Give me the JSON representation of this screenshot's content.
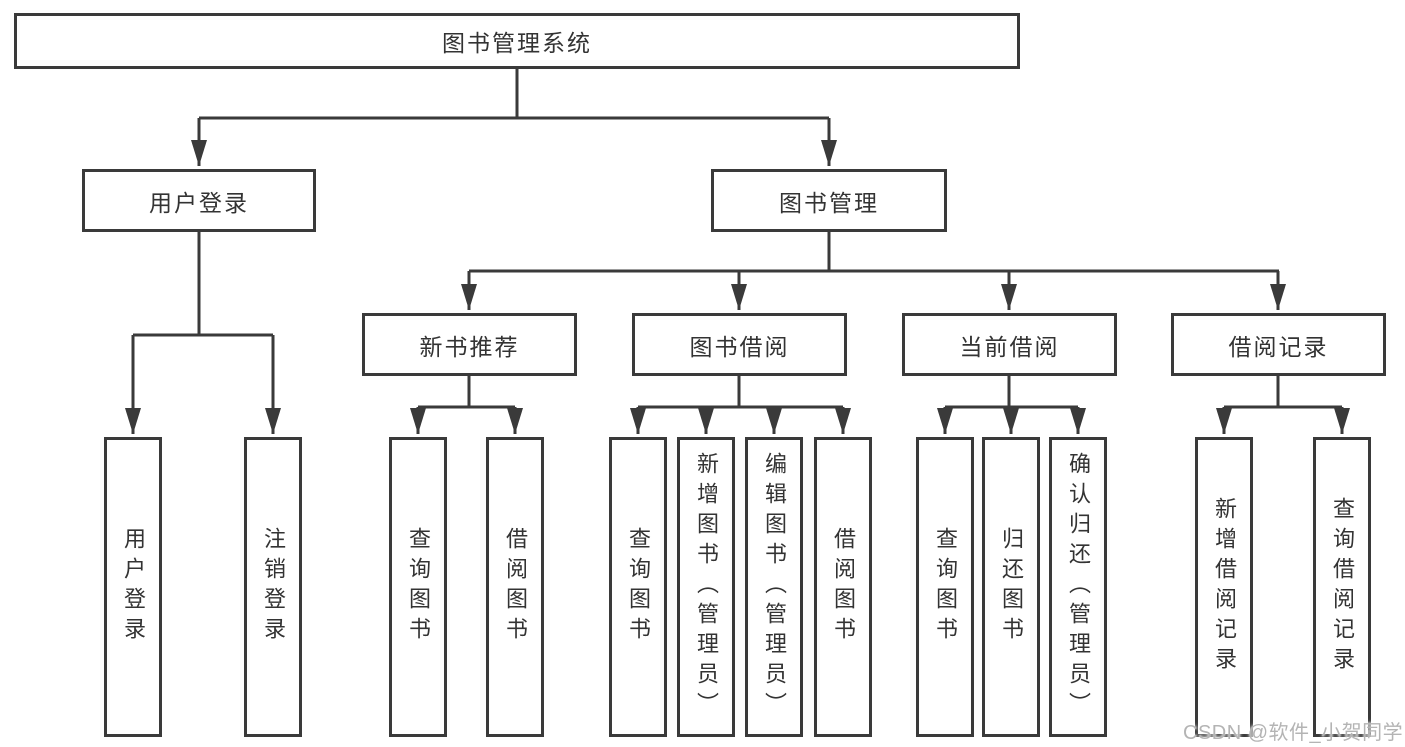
{
  "nodes": {
    "root": {
      "label": "图书管理系统"
    },
    "user_login": {
      "label": "用户登录"
    },
    "book_management": {
      "label": "图书管理"
    },
    "new_book_recommend": {
      "label": "新书推荐"
    },
    "book_borrow": {
      "label": "图书借阅"
    },
    "current_borrow": {
      "label": "当前借阅"
    },
    "borrow_records": {
      "label": "借阅记录"
    },
    "user_children": [
      "用户登录",
      "注销登录"
    ],
    "newbook_children": [
      "查询图书",
      "借阅图书"
    ],
    "borrow_children": [
      "查询图书",
      "新增图书（管理员）",
      "编辑图书（管理员）",
      "借阅图书"
    ],
    "current_children": [
      "查询图书",
      "归还图书",
      "确认归还（管理员）"
    ],
    "records_children": [
      "新增借阅记录",
      "查询借阅记录"
    ]
  },
  "watermark": {
    "text": "CSDN @软件_小贺同学"
  },
  "colors": {
    "line": "#3a3a3a",
    "text": "#333333",
    "watermark": "#b4b4b4",
    "background": "#ffffff"
  }
}
